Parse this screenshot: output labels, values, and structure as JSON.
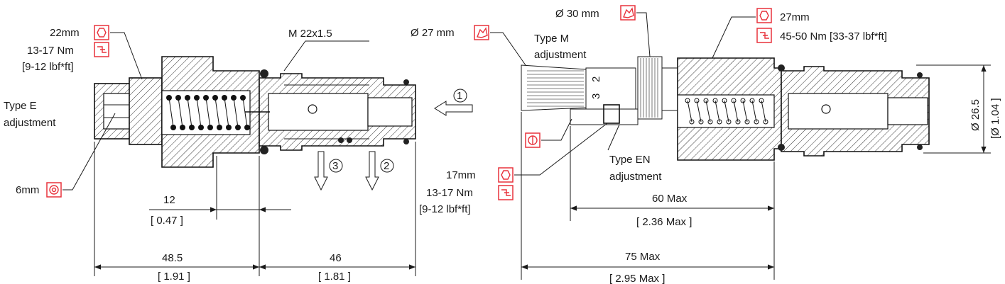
{
  "left_valve": {
    "hex_size": "22mm",
    "torque_nm": "13-17 Nm",
    "torque_lbf": "[9-12 lbf*ft]",
    "thread": "M 22x1.5",
    "adjustment_type": "Type E",
    "adjustment_word": "adjustment",
    "allen_size": "6mm",
    "dim_12": "12",
    "dim_12_in": "[ 0.47 ]",
    "dim_48": "48.5",
    "dim_48_in": "[ 1.91 ]",
    "dim_46": "46",
    "dim_46_in": "[ 1.81 ]",
    "port_1": "1",
    "port_2": "2",
    "port_3": "3"
  },
  "right_valve": {
    "knob_dia": "Ø 27 mm",
    "handwheel_dia": "Ø 30 mm",
    "type_m": "Type M",
    "type_m_word": "adjustment",
    "hex_size": "27mm",
    "torque": "45-50 Nm [33-37 lbf*ft]",
    "nut_hex": "17mm",
    "nut_torque_nm": "13-17 Nm",
    "nut_torque_lbf": "[9-12 lbf*ft]",
    "type_en": "Type EN",
    "type_en_word": "adjustment",
    "dim_60": "60 Max",
    "dim_60_in": "[ 2.36 Max ]",
    "dim_75": "75 Max",
    "dim_75_in": "[ 2.95 Max ]",
    "dia_mm": "Ø 26.5",
    "dia_in": "[Ø 1.04 ]",
    "scale_a": "3",
    "scale_b": "2"
  },
  "colors": {
    "icon_red": "#e8323c",
    "line": "#1a1a1a"
  },
  "icons": [
    "hex-icon",
    "wrench-icon",
    "hand-icon",
    "socket-icon",
    "screwdriver-icon"
  ]
}
